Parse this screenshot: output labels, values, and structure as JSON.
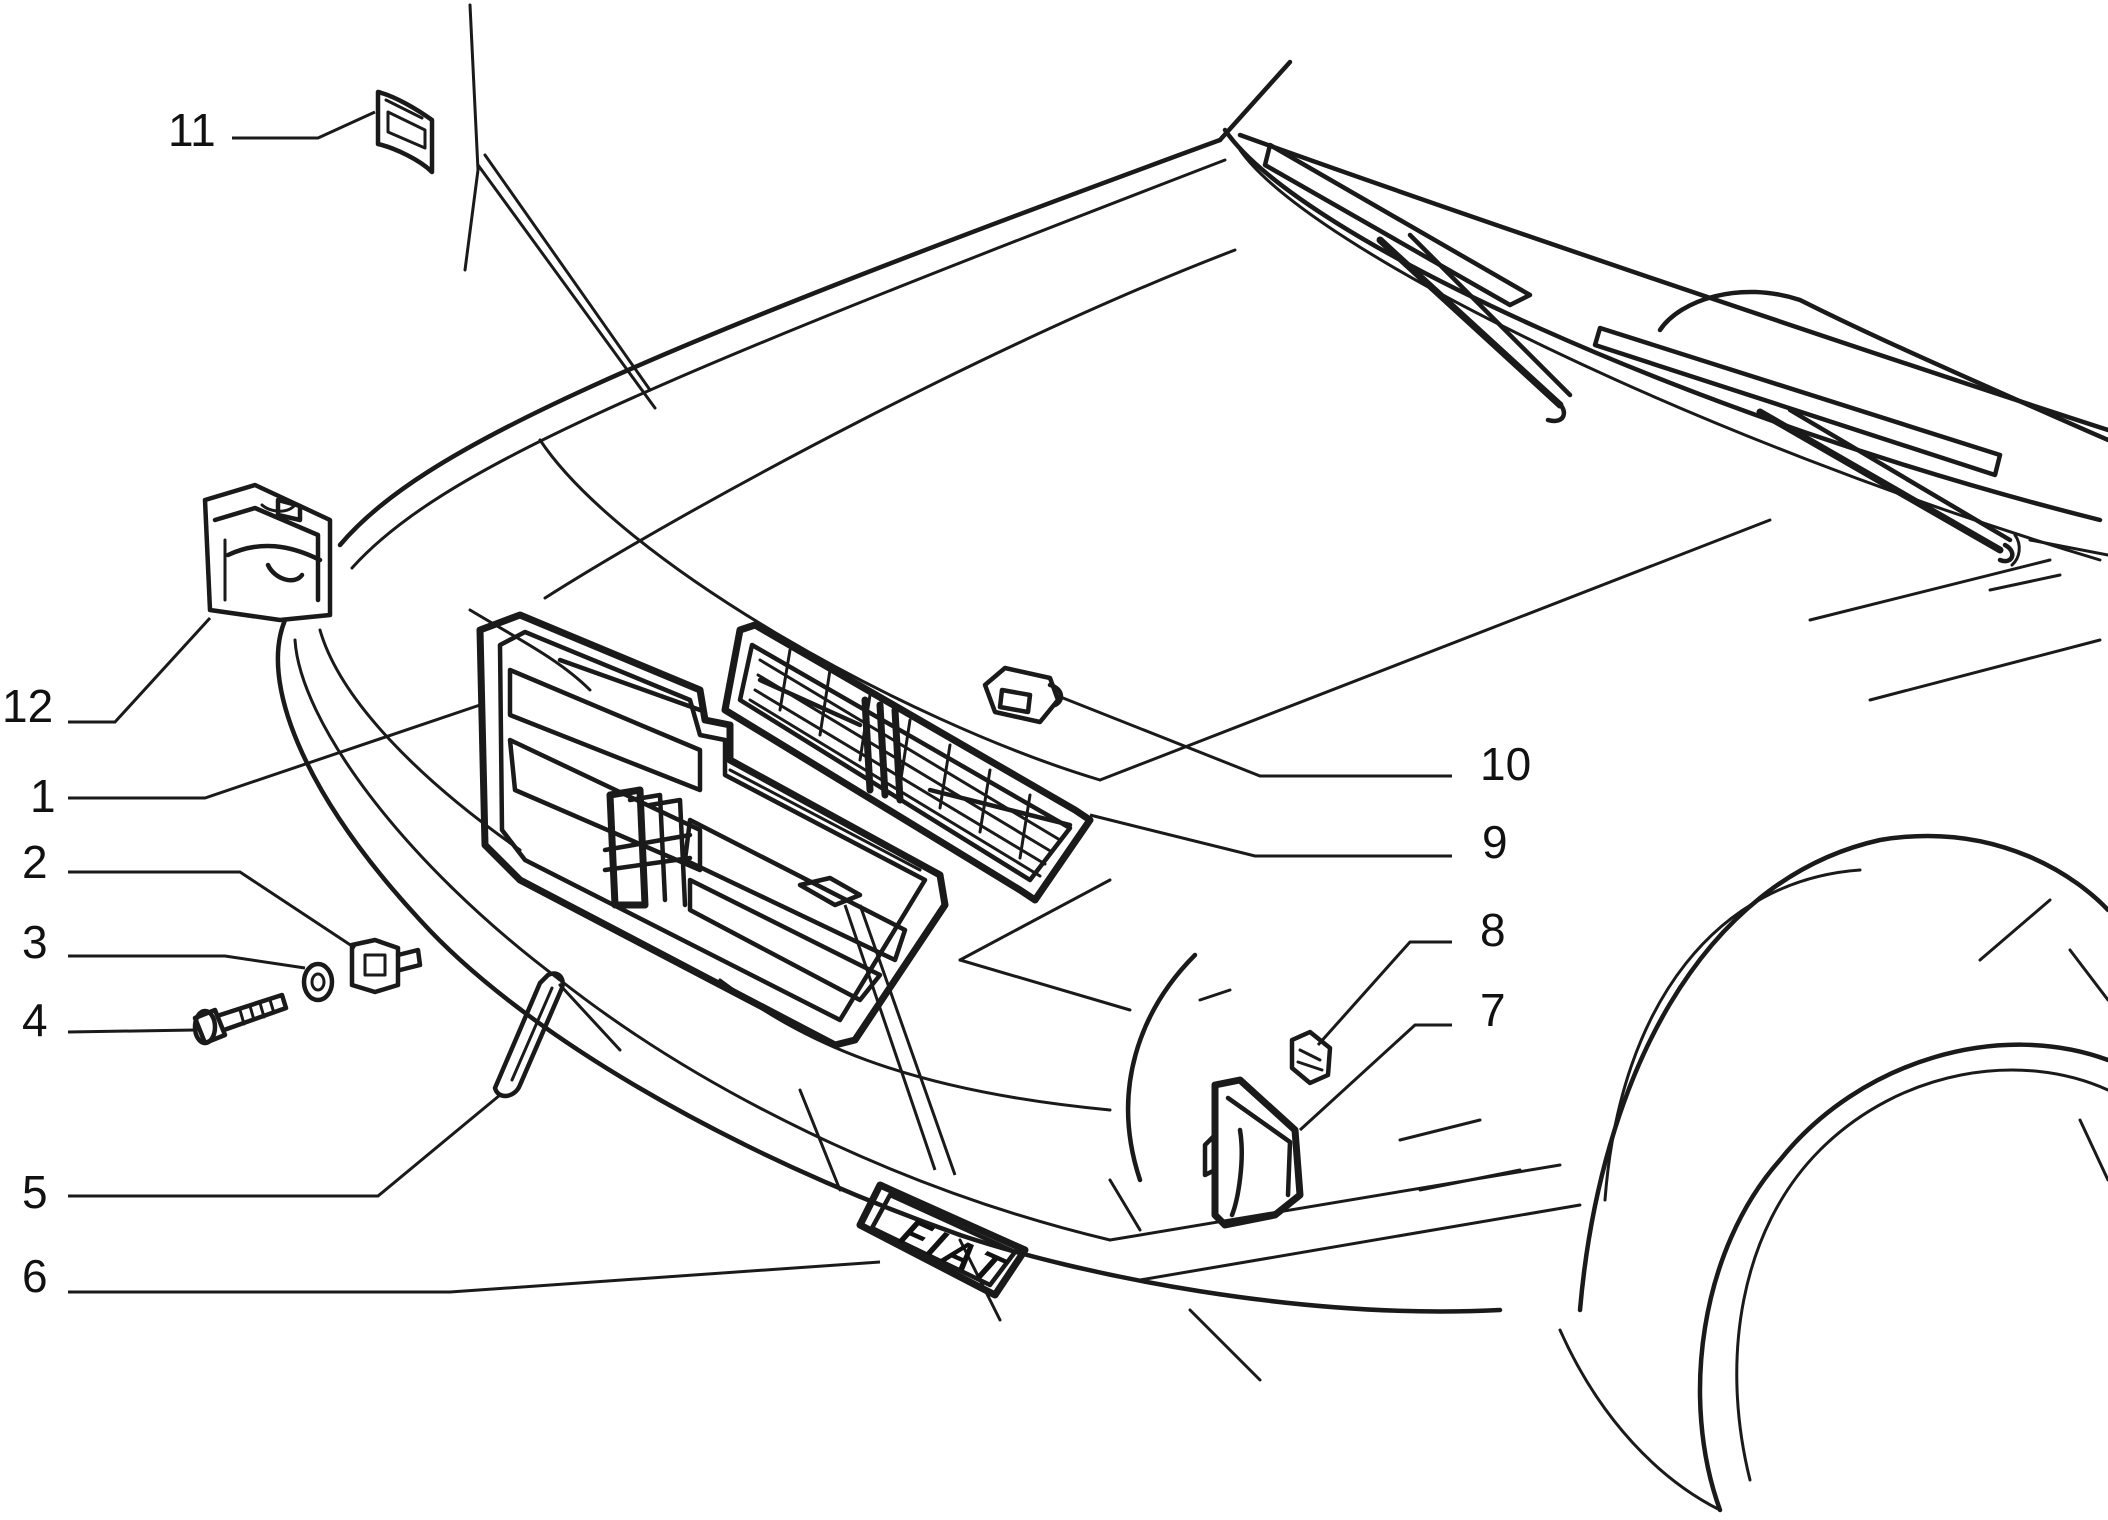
{
  "diagram": {
    "callouts": [
      {
        "id": "11",
        "label": "11"
      },
      {
        "id": "12",
        "label": "12"
      },
      {
        "id": "1",
        "label": "1"
      },
      {
        "id": "2",
        "label": "2"
      },
      {
        "id": "3",
        "label": "3"
      },
      {
        "id": "4",
        "label": "4"
      },
      {
        "id": "5",
        "label": "5"
      },
      {
        "id": "6",
        "label": "6"
      },
      {
        "id": "10",
        "label": "10"
      },
      {
        "id": "9",
        "label": "9"
      },
      {
        "id": "8",
        "label": "8"
      },
      {
        "id": "7",
        "label": "7"
      }
    ],
    "badge_text": "FIAT"
  }
}
